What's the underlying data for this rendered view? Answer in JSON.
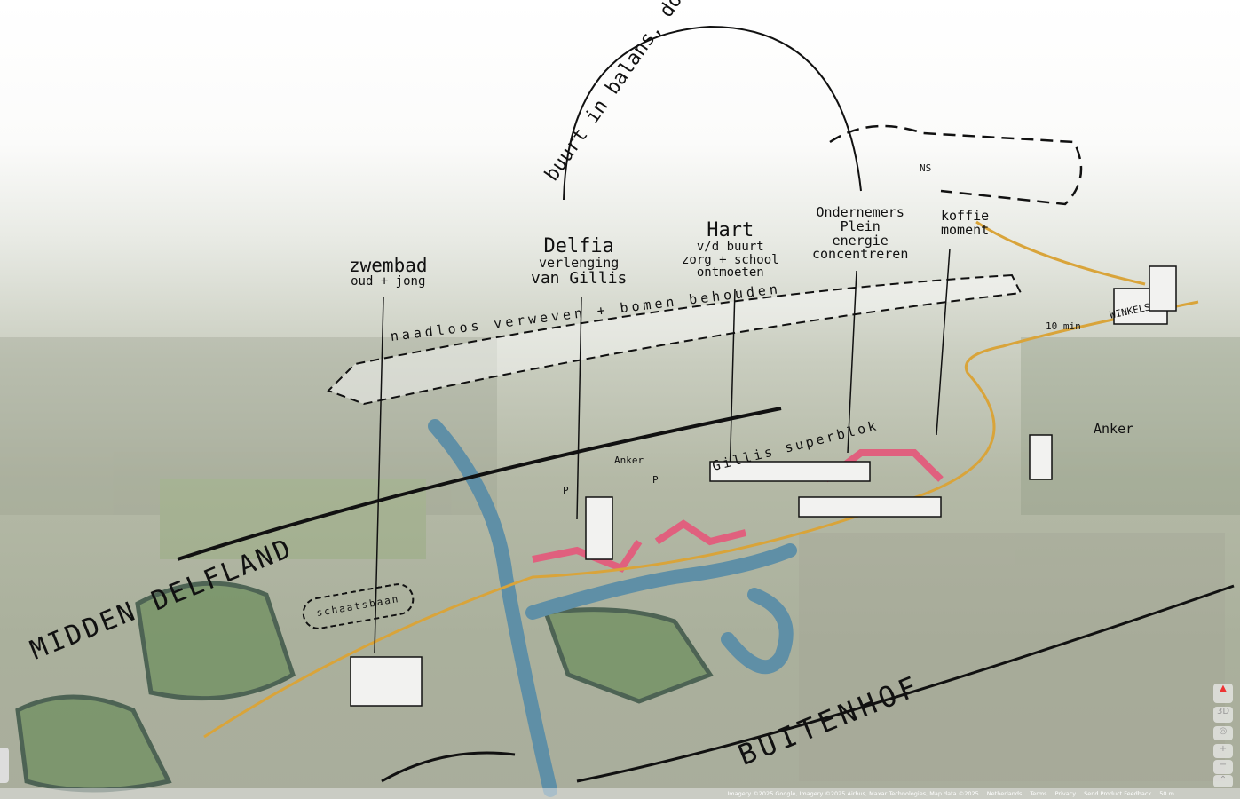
{
  "annotations": {
    "arc": "buurt in balans, doorstromen,",
    "ns": "NS",
    "ondernemers": [
      "Ondernemers",
      "Plein",
      "energie",
      "concentreren"
    ],
    "koffie": [
      "koffie",
      "moment"
    ],
    "hart": [
      "Hart",
      "v/d buurt",
      "zorg + school",
      "ontmoeten"
    ],
    "delfia": [
      "Delfia",
      "verlenging",
      "van Gillis"
    ],
    "zwembad": [
      "zwembad",
      "oud + jong"
    ],
    "arrow_text": "naadloos verweven + bomen behouden",
    "ten_min": "10 min",
    "winkels": "WINKELS",
    "anker_right": "Anker",
    "anker_left": "Anker",
    "superblok": "Gillis superblok",
    "parking": [
      "P",
      "P"
    ],
    "midden_delfland": "MIDDEN DELFLAND",
    "schaatsbaan": "schaatsbaan",
    "buitenhof": "BUITENHOF"
  },
  "map_footer": {
    "attribution": "Imagery ©2025 Google, Imagery ©2025 Airbus, Maxar Technologies, Map data ©2025",
    "country": "Netherlands",
    "terms": "Terms",
    "privacy": "Privacy",
    "feedback": "Send Product Feedback",
    "scale": "50 m"
  },
  "map_controls": {
    "tilt": "3D",
    "zoom_in": "+",
    "zoom_out": "−"
  },
  "colors": {
    "water": "#5f8fa6",
    "green": "#4d7a5e",
    "pink": "#e0607e",
    "route": "#d9a43a"
  }
}
